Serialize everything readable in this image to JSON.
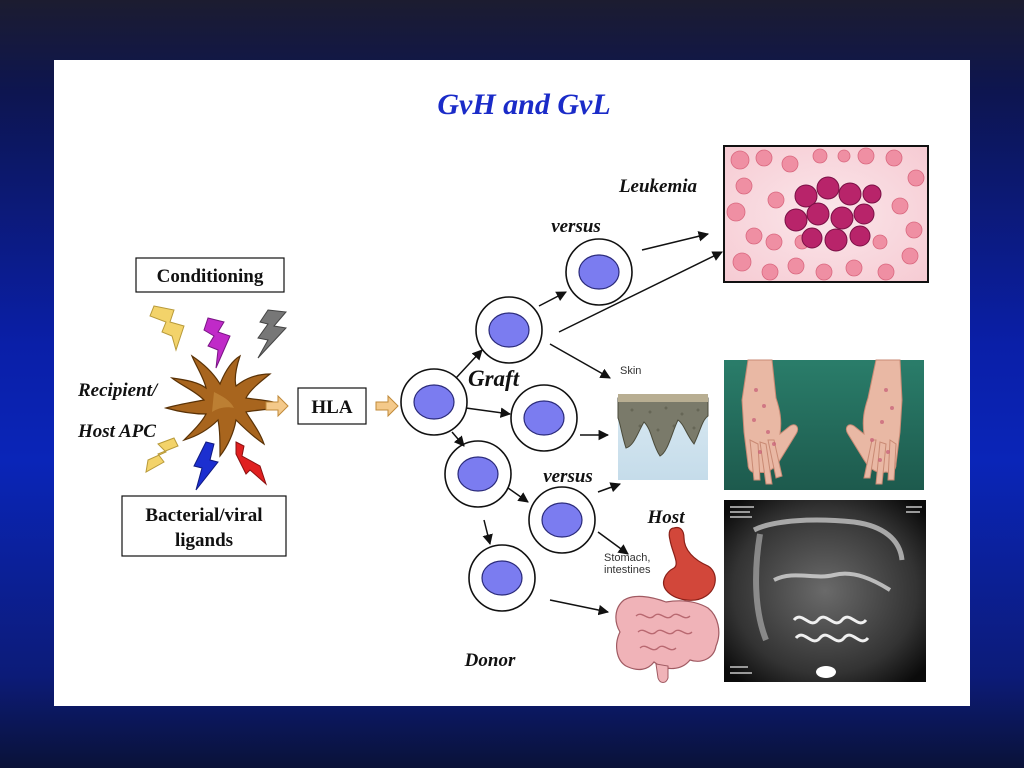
{
  "title": "GvH and GvL",
  "boxes": {
    "conditioning": "Conditioning",
    "hla": "HLA",
    "ligands_line1": "Bacterial/viral",
    "ligands_line2": "ligands"
  },
  "labels": {
    "recipient_line1": "Recipient/",
    "recipient_line2": "Host APC",
    "graft": "Graft",
    "versus_top": "versus",
    "versus_bottom": "versus",
    "leukemia": "Leukemia",
    "host": "Host",
    "donor": "Donor",
    "skin": "Skin",
    "stomach_line1": "Stomach,",
    "stomach_line2": "intestines"
  },
  "colors": {
    "title": "#1a2bc8",
    "cell_nucleus": "#7b7cf0",
    "apc": "#a8651e",
    "bolt_yellow": "#f3d36a",
    "bolt_magenta": "#c02ac8",
    "bolt_gray": "#777777",
    "bolt_blue": "#1c2fd0",
    "bolt_red": "#e02020",
    "hla_arrow": "#f4c98a"
  },
  "icons": [
    "dendritic-cell-icon",
    "lightning-bolt-icon",
    "leukemia-micrograph",
    "hands-rash-photo",
    "abdominal-xray",
    "skin-section-icon",
    "stomach-intestines-icon"
  ]
}
